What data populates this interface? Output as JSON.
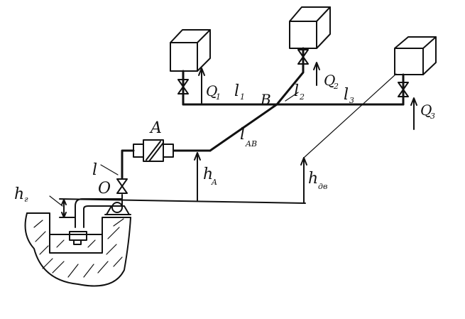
{
  "labels": {
    "A": "A",
    "B": "B",
    "O": "O",
    "l": "l",
    "Q1": "Q",
    "Q1_sub": "1",
    "Q2": "Q",
    "Q2_sub": "2",
    "Q3": "Q",
    "Q3_sub": "3",
    "l1": "l",
    "l1_sub": "1",
    "l2": "l",
    "l2_sub": "2",
    "l3": "l",
    "l3_sub": "3",
    "lAB": "l",
    "lAB_sub": "AB",
    "hA": "h",
    "hA_sub": "A",
    "hdv": "h",
    "hdv_sub": "дв",
    "hg": "h",
    "hg_sub": "г"
  }
}
